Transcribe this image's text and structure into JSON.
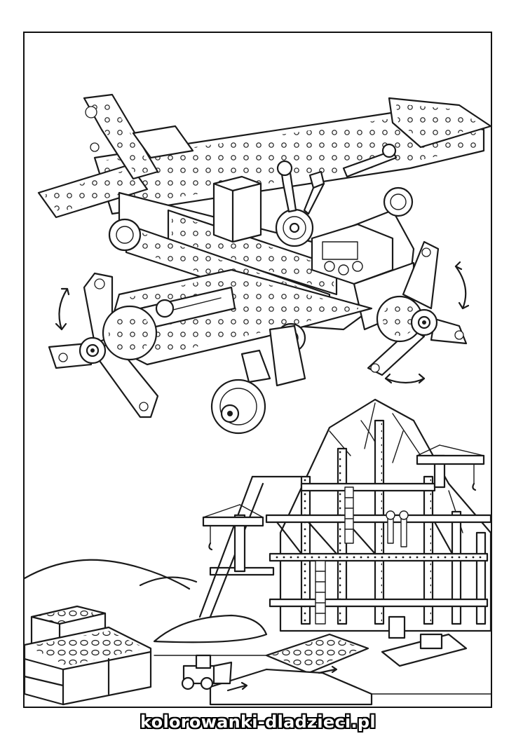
{
  "watermark": {
    "text": "kolorowanki-dladzieci.pl"
  },
  "colors": {
    "ink": "#1a1a1a",
    "paper": "#ffffff"
  },
  "scene": {
    "subjects": [
      "construction-toy-airplane",
      "construction-site",
      "toy-bricks",
      "cranes",
      "mountain",
      "toy-bulldozer"
    ]
  }
}
